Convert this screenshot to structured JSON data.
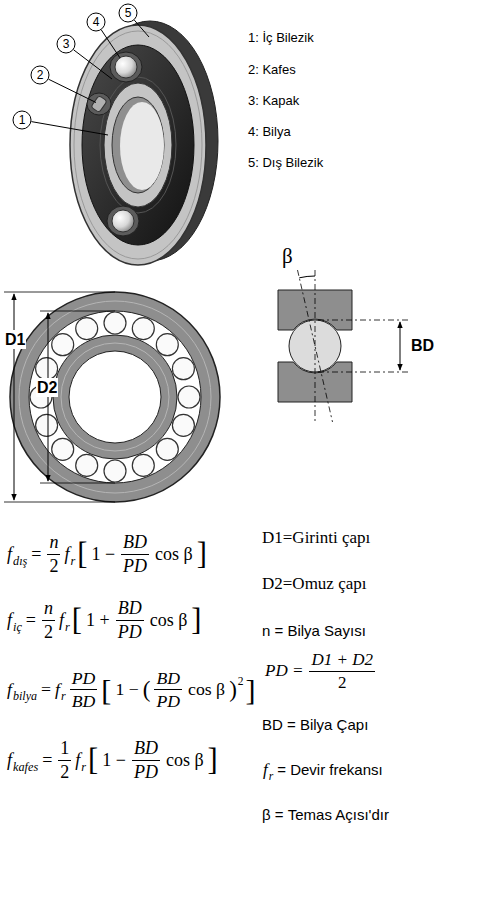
{
  "diagram": {
    "labels": [
      "1",
      "2",
      "3",
      "4",
      "5",
      "1: İç Bilezik",
      "2: Kafes",
      "3: Kapak",
      "4: Bilya",
      "5: Dış Bilezik",
      "D1",
      "D2",
      "β",
      "BD",
      "f",
      "dış",
      "=",
      "n",
      "2",
      "f",
      "r",
      "[",
      "1 −",
      "BD",
      "PD",
      "cos β",
      "]",
      "f",
      "iç",
      "=",
      "n",
      "2",
      "f",
      "r",
      "[",
      "1 +",
      "BD",
      "PD",
      "cos β",
      "]",
      "f",
      "bilya",
      "=",
      "f",
      "r",
      "PD",
      "BD",
      "[",
      "1 −",
      "(",
      "BD",
      "PD",
      "cos β",
      ")",
      "2",
      "]",
      "f",
      "kafes",
      "=",
      "1",
      "2",
      "f",
      "r",
      "[",
      "1 −",
      "BD",
      "PD",
      "cos β",
      "]",
      "D1=Girinti çapı",
      "D2=Omuz çapı",
      "n = Bilya Sayısı",
      "PD =",
      "D1 + D2",
      "2",
      "BD = Bilya Çapı",
      "f",
      "r",
      "= Devir frekansı",
      "β = Temas Açısı'dır"
    ]
  }
}
